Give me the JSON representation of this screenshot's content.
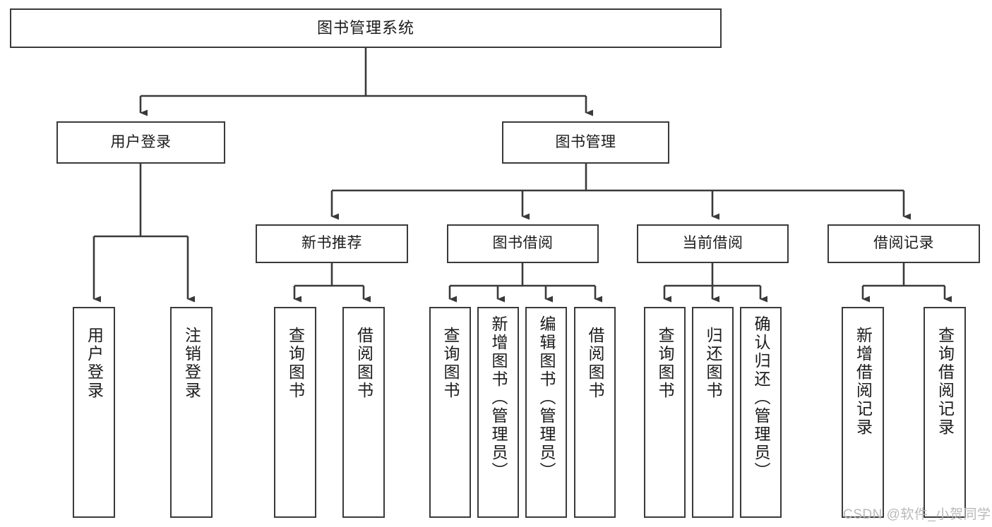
{
  "diagram": {
    "title": "图书管理系统",
    "type": "hierarchy-tree",
    "stroke_color": "#3a3a3a",
    "fill_color": "#ffffff",
    "text_color": "#1b1b1b",
    "background": "#ffffff"
  },
  "nodes": {
    "root": {
      "label": "图书管理系统"
    },
    "level2": [
      {
        "id": "user-login",
        "label": "用户登录"
      },
      {
        "id": "book-manage",
        "label": "图书管理"
      }
    ],
    "level3": [
      {
        "id": "new-book-recommend",
        "label": "新书推荐"
      },
      {
        "id": "book-borrow",
        "label": "图书借阅"
      },
      {
        "id": "current-borrow",
        "label": "当前借阅"
      },
      {
        "id": "borrow-record",
        "label": "借阅记录"
      }
    ],
    "leaves": {
      "user_login": [
        {
          "id": "leaf-user-login",
          "label": "用户登录"
        },
        {
          "id": "leaf-logout",
          "label": "注销登录"
        }
      ],
      "new_book_recommend": [
        {
          "id": "leaf-query-book-1",
          "label": "查询图书"
        },
        {
          "id": "leaf-borrow-book-1",
          "label": "借阅图书"
        }
      ],
      "book_borrow": [
        {
          "id": "leaf-query-book-2",
          "label": "查询图书"
        },
        {
          "id": "leaf-add-book",
          "label": "新增图书（管理员）"
        },
        {
          "id": "leaf-edit-book",
          "label": "编辑图书（管理员）"
        },
        {
          "id": "leaf-borrow-book-2",
          "label": "借阅图书"
        }
      ],
      "current_borrow": [
        {
          "id": "leaf-query-book-3",
          "label": "查询图书"
        },
        {
          "id": "leaf-return-book",
          "label": "归还图书"
        },
        {
          "id": "leaf-confirm-return",
          "label": "确认归还（管理员）"
        }
      ],
      "borrow_record": [
        {
          "id": "leaf-add-record",
          "label": "新增借阅记录"
        },
        {
          "id": "leaf-query-record",
          "label": "查询借阅记录"
        }
      ]
    }
  },
  "watermark": {
    "text": "CSDN @软件_小贺同学",
    "color": "#b9b9b9"
  }
}
